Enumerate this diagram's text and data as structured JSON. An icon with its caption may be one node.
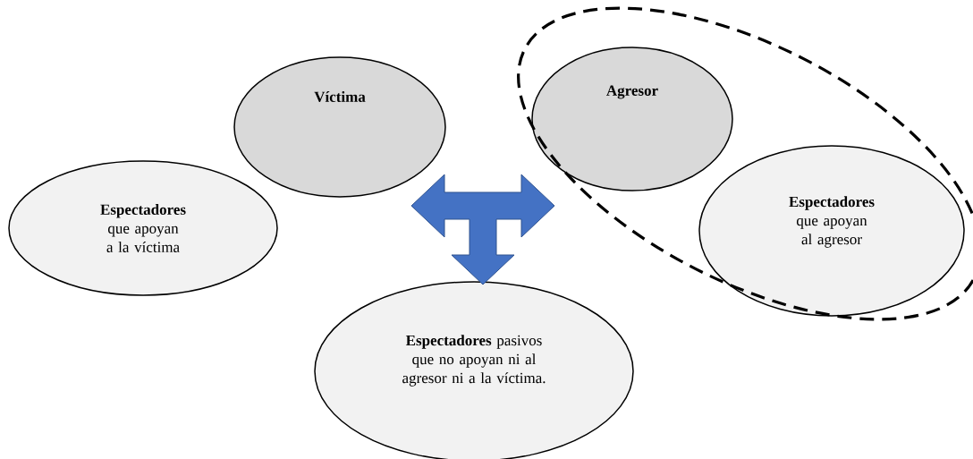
{
  "diagram": {
    "nodes": [
      {
        "text": [],
        "shape": "ellipse"
      },
      {
        "text": [
          "Víctima"
        ]
      },
      {
        "text": [
          "Agresor"
        ],
        "in": 0
      },
      {
        "text": [
          "Espectadores",
          "que apoyan a la víctima"
        ]
      },
      {
        "text": [],
        "shape": "arrow"
      },
      {
        "text": [
          "Espectadores",
          "que apoyan al agresor"
        ],
        "in": 0
      },
      {
        "text": [
          "**Espectadores** pasivos que no apoyan ni al agresor ni a la víctima."
        ]
      }
    ],
    "edges": []
  }
}
